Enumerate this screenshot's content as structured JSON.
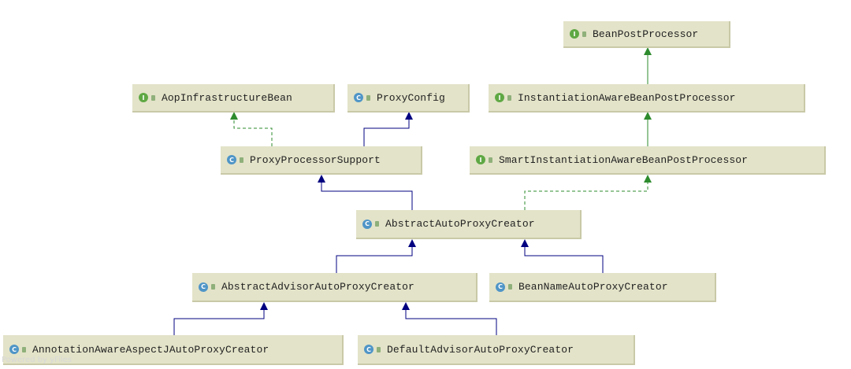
{
  "colors": {
    "node_fill": "#e3e3c9",
    "extends_edge": "#000080",
    "implements_edge": "#2e8b2e",
    "interface_icon": "#5fa844",
    "class_icon": "#4f95c7"
  },
  "legend_kinds": {
    "interface_letter": "I",
    "class_letter": "C"
  },
  "nodes": {
    "bean_post_processor": {
      "kind": "interface",
      "label": "BeanPostProcessor"
    },
    "aop_infrastructure_bean": {
      "kind": "interface",
      "label": "AopInfrastructureBean"
    },
    "proxy_config": {
      "kind": "class",
      "label": "ProxyConfig"
    },
    "instantiation_aware_bpp": {
      "kind": "interface",
      "label": "InstantiationAwareBeanPostProcessor"
    },
    "proxy_processor_support": {
      "kind": "class",
      "label": "ProxyProcessorSupport"
    },
    "smart_instantiation_aware_bpp": {
      "kind": "interface",
      "label": "SmartInstantiationAwareBeanPostProcessor"
    },
    "abstract_auto_proxy_creator": {
      "kind": "class",
      "label": "AbstractAutoProxyCreator"
    },
    "abstract_advisor_auto_proxy_creator": {
      "kind": "class",
      "label": "AbstractAdvisorAutoProxyCreator"
    },
    "bean_name_auto_proxy_creator": {
      "kind": "class",
      "label": "BeanNameAutoProxyCreator"
    },
    "annotation_aware_aspectj_auto_proxy_creator": {
      "kind": "class",
      "label": "AnnotationAwareAspectJAutoProxyCreator"
    },
    "default_advisor_auto_proxy_creator": {
      "kind": "class",
      "label": "DefaultAdvisorAutoProxyCreator"
    }
  },
  "edges": [
    {
      "from": "instantiation_aware_bpp",
      "to": "bean_post_processor",
      "relation": "extends-interface"
    },
    {
      "from": "smart_instantiation_aware_bpp",
      "to": "instantiation_aware_bpp",
      "relation": "extends-interface"
    },
    {
      "from": "proxy_processor_support",
      "to": "aop_infrastructure_bean",
      "relation": "implements"
    },
    {
      "from": "proxy_processor_support",
      "to": "proxy_config",
      "relation": "extends"
    },
    {
      "from": "abstract_auto_proxy_creator",
      "to": "proxy_processor_support",
      "relation": "extends"
    },
    {
      "from": "abstract_auto_proxy_creator",
      "to": "smart_instantiation_aware_bpp",
      "relation": "implements"
    },
    {
      "from": "abstract_advisor_auto_proxy_creator",
      "to": "abstract_auto_proxy_creator",
      "relation": "extends"
    },
    {
      "from": "bean_name_auto_proxy_creator",
      "to": "abstract_auto_proxy_creator",
      "relation": "extends"
    },
    {
      "from": "annotation_aware_aspectj_auto_proxy_creator",
      "to": "abstract_advisor_auto_proxy_creator",
      "relation": "extends"
    },
    {
      "from": "default_advisor_auto_proxy_creator",
      "to": "abstract_advisor_auto_proxy_creator",
      "relation": "extends"
    }
  ],
  "watermark": "Powered by yFiles"
}
